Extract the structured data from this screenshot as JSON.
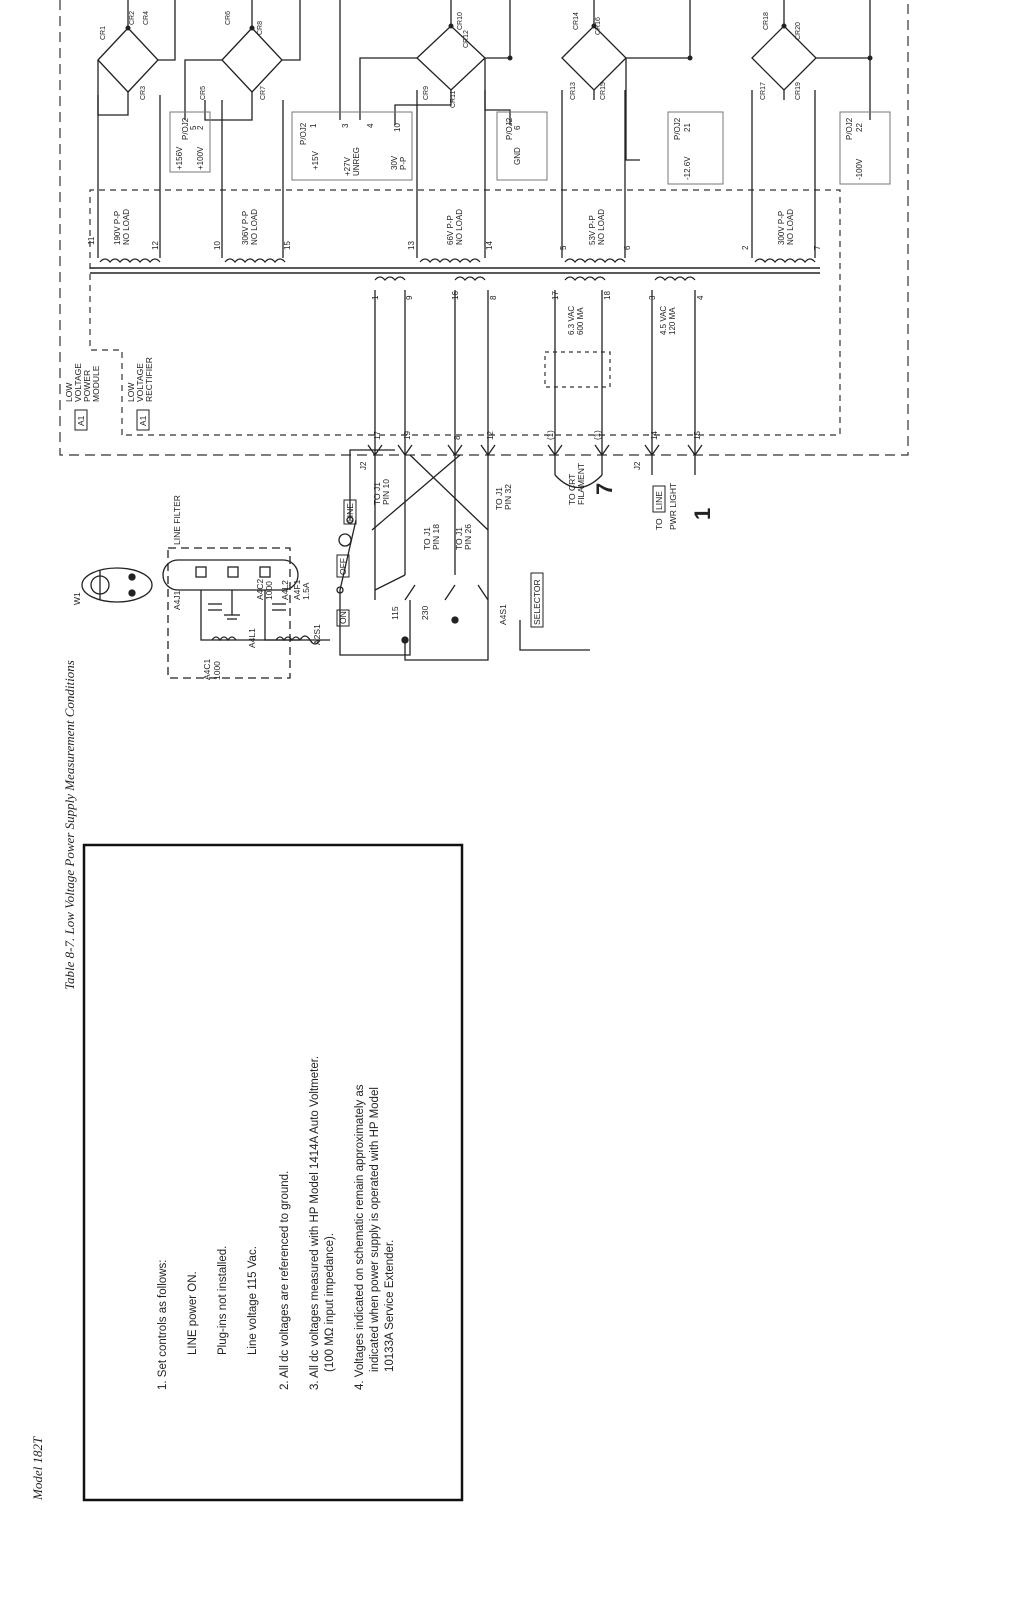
{
  "page": {
    "model": "Model 182T"
  },
  "table": {
    "title": "Table 8-7. Low Voltage Power Supply Measurement Conditions",
    "notes": [
      "1. Set controls as follows:",
      "LINE power ON.",
      "Plug-ins not installed.",
      "Line voltage 115 Vac.",
      "2. All dc voltages are referenced to ground.",
      "3. All dc voltages measured with HP Model 1414A Auto Voltmeter.",
      "(100 MΩ input impedance).",
      "4. Voltages indicated on schematic remain approximately as",
      "indicated when power supply is operated with HP Model",
      "10133A Service Extender."
    ]
  },
  "modules": {
    "a1_power": [
      "A1",
      "LOW",
      "VOLTAGE",
      "POWER",
      "MODULE"
    ],
    "a1_rect": [
      "A1",
      "LOW",
      "VOLTAGE",
      "RECTIFIER"
    ],
    "line_filter": "LINE FILTER"
  },
  "input": {
    "w1": "W1",
    "a4j1": "A4J1",
    "a4c1": [
      "A4C1",
      "1000"
    ],
    "a4c2": [
      "A4C2",
      "1000"
    ],
    "a4l1": "A4L1",
    "a4l2": "A4L2",
    "a4f1": [
      "A4F1",
      "1.5A"
    ],
    "a2s1": "A2S1",
    "on": "ON",
    "off": "OFF",
    "line": "LINE",
    "a4s1": "A4S1",
    "selector": "SELECTOR",
    "v115": "115",
    "v230": "230",
    "to_j1": [
      [
        "TO J1",
        "PIN 10"
      ],
      [
        "TO J1",
        "PIN 18"
      ],
      [
        "TO J1",
        "PIN 26"
      ],
      [
        "TO J1",
        "PIN 32"
      ]
    ],
    "to_crt": [
      "TO CRT",
      "FILAMENT"
    ],
    "to_line": [
      "TO",
      "PWR LIGHT"
    ],
    "ref7": "7",
    "ref1": "1"
  },
  "connectors": {
    "j2_a": "J2",
    "j2_b": "J2",
    "pins_upper": [
      "17",
      "19",
      "8",
      "12"
    ],
    "pins_lower": [
      "(1)",
      "(1)",
      "14",
      "15"
    ]
  },
  "transformer": {
    "primary_pins": [
      "1",
      "9",
      "16",
      "8",
      "17",
      "18",
      "3",
      "4"
    ],
    "sec_a": [
      "6.3 VAC",
      "600 MA"
    ],
    "sec_b": [
      "4.5 VAC",
      "120 MA"
    ],
    "windings": [
      {
        "pins": [
          "11",
          "12"
        ],
        "label": [
          "190V P-P",
          "NO LOAD"
        ]
      },
      {
        "pins": [
          "10",
          "15"
        ],
        "label": [
          "306V P-P",
          "NO LOAD"
        ]
      },
      {
        "pins": [
          "13",
          "14"
        ],
        "label": [
          "66V P-P",
          "NO LOAD"
        ]
      },
      {
        "pins": [
          "5",
          "6"
        ],
        "label": [
          "53V P-P",
          "NO LOAD"
        ]
      },
      {
        "pins": [
          "2",
          "7"
        ],
        "label": [
          "300V P-P",
          "NO LOAD"
        ]
      }
    ]
  },
  "rectifiers": [
    [
      "CR1",
      "CR2",
      "CR3",
      "CR4"
    ],
    [
      "CR5",
      "CR6",
      "CR7",
      "CR8"
    ],
    [
      "CR9",
      "CR10",
      "CR11",
      "CR12"
    ],
    [
      "CR13",
      "CR14",
      "CR15",
      "CR16"
    ],
    [
      "CR17",
      "CR18",
      "CR19",
      "CR20"
    ]
  ],
  "outputs": [
    {
      "conn": "P/OJ2",
      "items": [
        [
          "+156V",
          "5"
        ],
        [
          "+100V",
          "2"
        ]
      ]
    },
    {
      "conn": "P/OJ2",
      "items": [
        [
          "+15V",
          "1"
        ],
        [
          "+27V",
          "UNREG",
          "3"
        ],
        [
          "",
          "4"
        ],
        [
          "30V",
          "P-P",
          "10"
        ]
      ]
    },
    {
      "conn": "P/OJ2",
      "items": [
        [
          "GND",
          "6"
        ]
      ]
    },
    {
      "conn": "P/OJ2",
      "items": [
        [
          "-12.6V",
          "21"
        ]
      ]
    },
    {
      "conn": "P/OJ2",
      "items": [
        [
          "-100V",
          "22"
        ]
      ]
    }
  ]
}
